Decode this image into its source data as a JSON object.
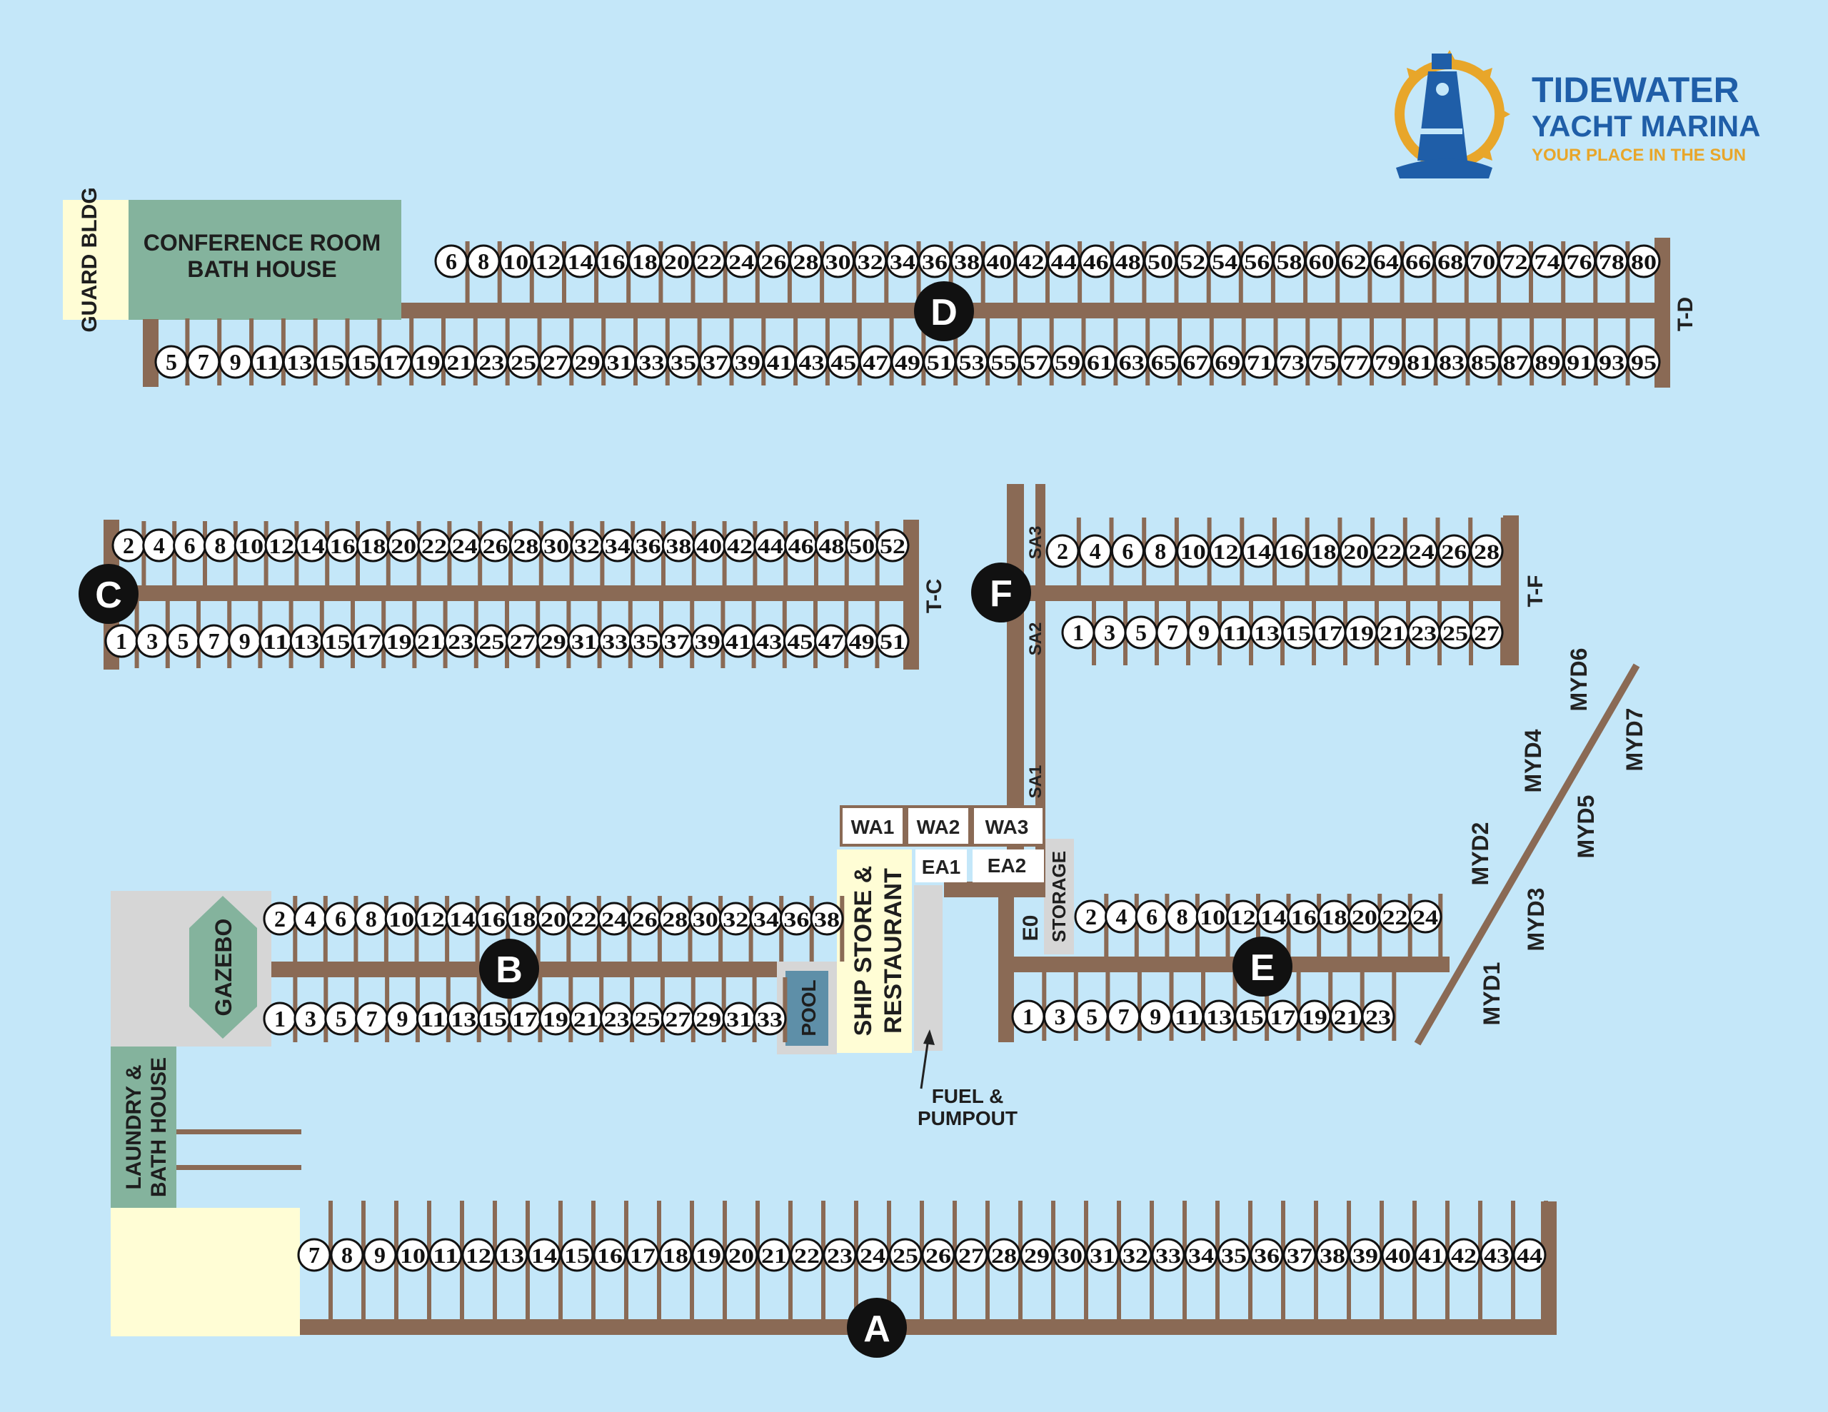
{
  "logo": {
    "line1": "TIDEWATER",
    "line2": "YACHT MARINA",
    "tagline": "YOUR PLACE IN THE SUN"
  },
  "colors": {
    "water": "#c4e7f9",
    "dock": "#8a6a55",
    "building_green": "#84b39d",
    "building_yellow": "#fffdd5",
    "building_gray": "#d6d6d6",
    "pool": "#5e8fa8",
    "logo_blue": "#1f5ea8",
    "logo_gold": "#e8a62a"
  },
  "buildings": {
    "guard": "GUARD BLDG",
    "conference": "CONFERENCE ROOM",
    "conference_bath": "BATH HOUSE",
    "gazebo": "GAZEBO",
    "pool": "POOL",
    "ship_store_1": "SHIP STORE &",
    "ship_store_2": "RESTAURANT",
    "laundry_1": "LAUNDRY &",
    "laundry_2": "BATH HOUSE",
    "storage": "STORAGE",
    "fuel_1": "FUEL &",
    "fuel_2": "PUMPOUT"
  },
  "docks": {
    "A": "A",
    "B": "B",
    "C": "C",
    "D": "D",
    "E": "E",
    "F": "F"
  },
  "tee_labels": {
    "td": "T-D",
    "tc": "T-C",
    "tf": "T-F"
  },
  "slip_labels": {
    "wa1": "WA1",
    "wa2": "WA2",
    "wa3": "WA3",
    "ea1": "EA1",
    "ea2": "EA2",
    "sa1": "SA1",
    "sa2": "SA2",
    "sa3": "SA3",
    "e0": "E0",
    "myd": [
      "MYD1",
      "MYD2",
      "MYD3",
      "MYD4",
      "MYD5",
      "MYD6",
      "MYD7"
    ]
  },
  "slips": {
    "D_top": [
      "6",
      "8",
      "10",
      "12",
      "14",
      "16",
      "18",
      "20",
      "22",
      "24",
      "26",
      "28",
      "30",
      "32",
      "34",
      "36",
      "38",
      "40",
      "42",
      "44",
      "46",
      "48",
      "50",
      "52",
      "54",
      "56",
      "58",
      "60",
      "62",
      "64",
      "66",
      "68",
      "70",
      "72",
      "74",
      "76",
      "78",
      "80"
    ],
    "D_bottom": [
      "5",
      "7",
      "9",
      "11",
      "13",
      "15",
      "15",
      "17",
      "19",
      "21",
      "23",
      "25",
      "27",
      "29",
      "31",
      "33",
      "35",
      "37",
      "39",
      "41",
      "43",
      "45",
      "47",
      "49",
      "51",
      "53",
      "55",
      "57",
      "59",
      "61",
      "63",
      "65",
      "67",
      "69",
      "71",
      "73",
      "75",
      "77",
      "79",
      "81",
      "83",
      "85",
      "87",
      "89",
      "91",
      "93",
      "95"
    ],
    "C_top": [
      "2",
      "4",
      "6",
      "8",
      "10",
      "12",
      "14",
      "16",
      "18",
      "20",
      "22",
      "24",
      "26",
      "28",
      "30",
      "32",
      "34",
      "36",
      "38",
      "40",
      "42",
      "44",
      "46",
      "48",
      "50",
      "52"
    ],
    "C_bottom": [
      "1",
      "3",
      "5",
      "7",
      "9",
      "11",
      "13",
      "15",
      "17",
      "19",
      "21",
      "23",
      "25",
      "27",
      "29",
      "31",
      "33",
      "35",
      "37",
      "39",
      "41",
      "43",
      "45",
      "47",
      "49",
      "51"
    ],
    "F_top": [
      "2",
      "4",
      "6",
      "8",
      "10",
      "12",
      "14",
      "16",
      "18",
      "20",
      "22",
      "24",
      "26",
      "28"
    ],
    "F_bottom": [
      "1",
      "3",
      "5",
      "7",
      "9",
      "11",
      "13",
      "15",
      "17",
      "19",
      "21",
      "23",
      "25",
      "27"
    ],
    "B_top": [
      "2",
      "4",
      "6",
      "8",
      "10",
      "12",
      "14",
      "16",
      "18",
      "20",
      "22",
      "24",
      "26",
      "28",
      "30",
      "32",
      "34",
      "36",
      "38"
    ],
    "B_bottom": [
      "1",
      "3",
      "5",
      "7",
      "9",
      "11",
      "13",
      "15",
      "17",
      "19",
      "21",
      "23",
      "25",
      "27",
      "29",
      "31",
      "33"
    ],
    "E_top": [
      "2",
      "4",
      "6",
      "8",
      "10",
      "12",
      "14",
      "16",
      "18",
      "20",
      "22",
      "24"
    ],
    "E_bottom": [
      "1",
      "3",
      "5",
      "7",
      "9",
      "11",
      "13",
      "15",
      "17",
      "19",
      "21",
      "23"
    ],
    "A": [
      "7",
      "8",
      "9",
      "10",
      "11",
      "12",
      "13",
      "14",
      "15",
      "16",
      "17",
      "18",
      "19",
      "20",
      "21",
      "22",
      "23",
      "24",
      "25",
      "26",
      "27",
      "28",
      "29",
      "30",
      "31",
      "32",
      "33",
      "34",
      "35",
      "36",
      "37",
      "38",
      "39",
      "40",
      "41",
      "42",
      "43",
      "44"
    ]
  }
}
